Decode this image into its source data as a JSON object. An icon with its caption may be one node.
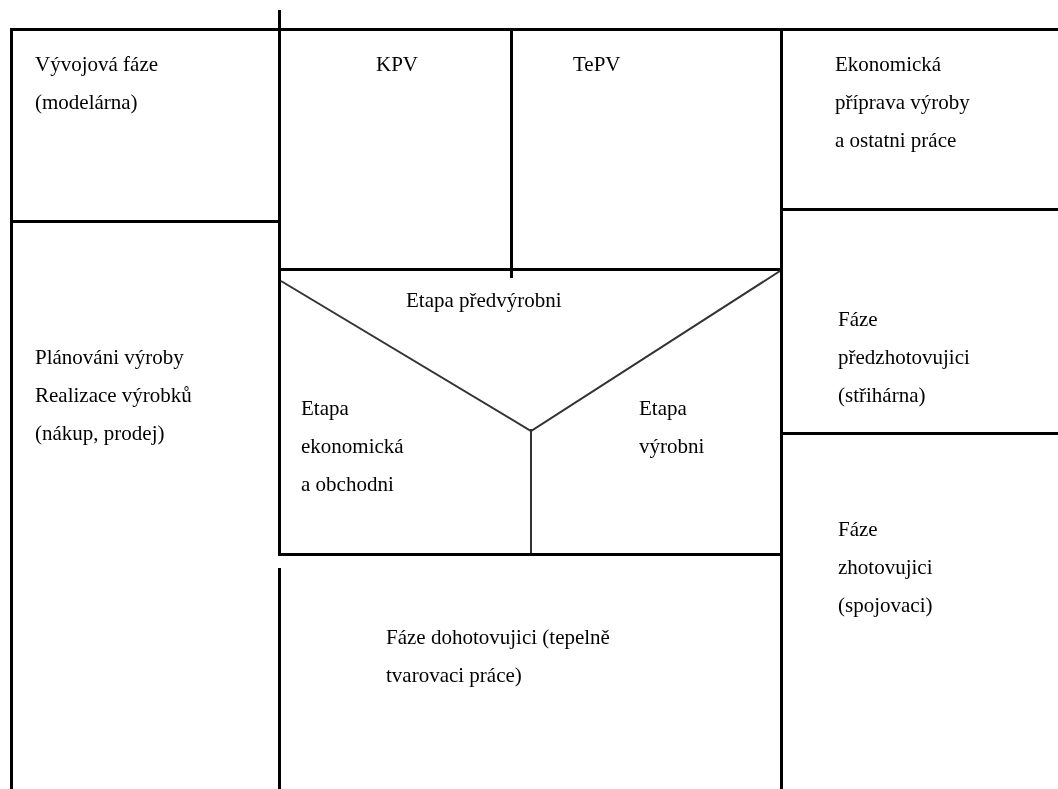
{
  "diagram": {
    "nodes": [
      {
        "text": [
          "Vývojová fáze (modelárna)"
        ]
      },
      {
        "text": [
          "KPV"
        ]
      },
      {
        "text": [
          "TePV"
        ]
      },
      {
        "text": [
          "Ekonomická příprava výroby a ostatni práce"
        ]
      },
      {
        "text": [
          "Plánováni výroby Realizace výrobků (nákup, prodej)"
        ]
      },
      {
        "text": [
          "Etapa předvýrobni",
          "Etapa ekonomická a obchodni",
          "Etapa výrobni"
        ]
      },
      {
        "text": [
          "Fáze předzhotovujici (střihárna)"
        ]
      },
      {
        "text": [
          "Fáze zhotovujici (spojovaci)"
        ]
      },
      {
        "text": [
          "Fáze dohotovujici (tepelně tvarovaci práce)"
        ]
      }
    ]
  }
}
